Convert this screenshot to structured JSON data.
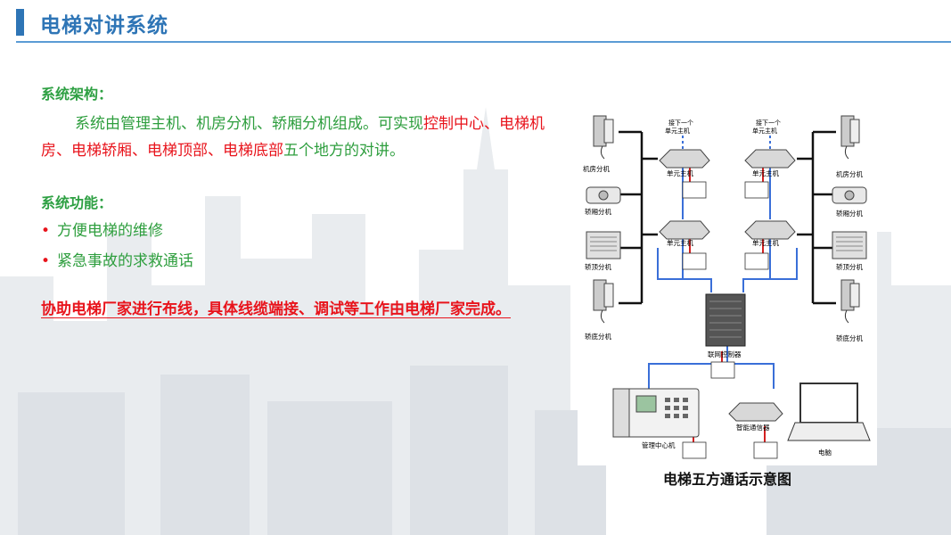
{
  "header": {
    "title": "电梯对讲系统",
    "accent_color": "#2e75b6"
  },
  "architecture": {
    "heading": "系统架构：",
    "intro_green": "系统由管理主机、机房分机、轿厢分机组成。可实现",
    "intro_red_1": "控制中心、电梯机房、电梯轿厢、电梯顶部、电梯底部",
    "intro_green_2": "五个地方的对讲。"
  },
  "functions": {
    "heading": "系统功能：",
    "items": [
      "方便电梯的维修",
      "紧急事故的求救通话"
    ]
  },
  "note": "协助电梯厂家进行布线，具体线缆端接、调试等工作由电梯厂家完成。",
  "diagram": {
    "caption": "电梯五方通话示意图",
    "labels": {
      "next_unit_1": "接下一个",
      "next_unit_2": "单元主机",
      "unit_host": "单元主机",
      "machine_room": "机房分机",
      "car": "轿厢分机",
      "top": "轿顶分机",
      "bottom": "轿底分机",
      "network_controller": "联网控制器",
      "smart_communicator": "智能通信器",
      "management_host": "管理中心机",
      "computer": "电脑"
    },
    "colors": {
      "wire_blue": "#3a6fd8",
      "wire_black": "#111111",
      "wire_red": "#d42020"
    }
  }
}
